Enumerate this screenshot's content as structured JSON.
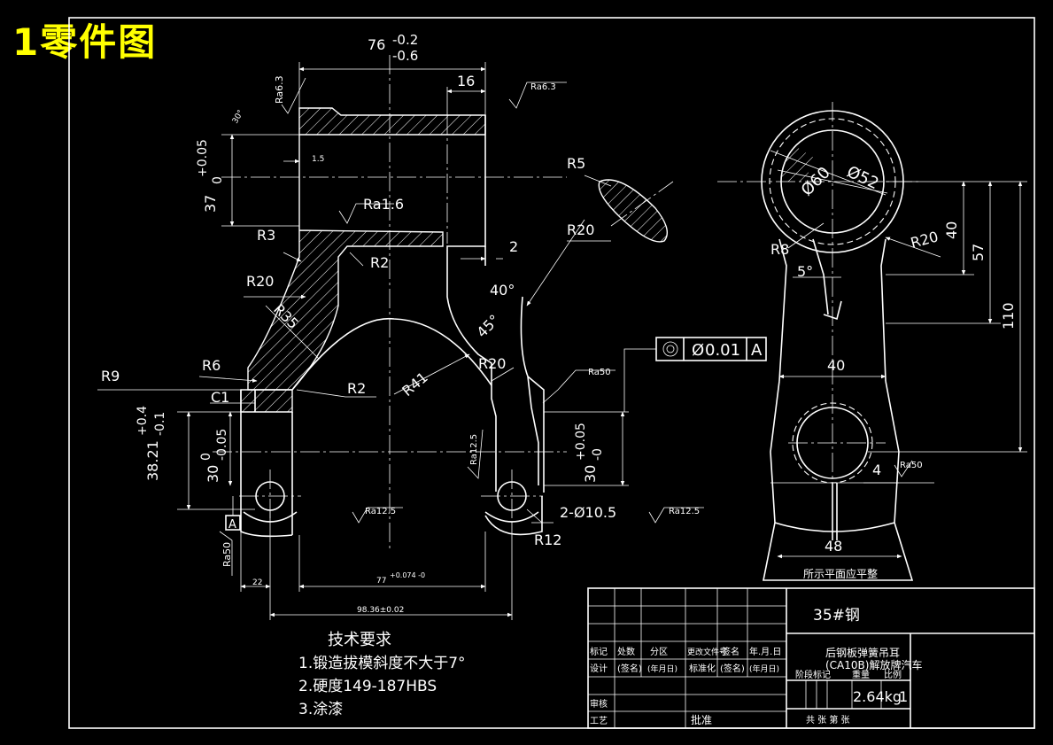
{
  "title": "1零件图",
  "dims": {
    "d76": "76",
    "d76_up": "-0.2",
    "d76_lo": "-0.6",
    "d16": "16",
    "d2": "2",
    "d37": "37",
    "d37_up": "+0.05",
    "d37_lo": "0",
    "d38": "38.21",
    "d38_up": "+0.4",
    "d38_lo": "-0.1",
    "d30l": "30",
    "d30l_up": "0",
    "d30l_lo": "-0.05",
    "d30r": "30",
    "d30r_up": "+0.05",
    "d30r_lo": "-0",
    "d1_5": "1.5",
    "d22": "22",
    "d77": "77",
    "d77_tol": "+0.074 -0",
    "d98": "98.36±0.02",
    "hole": "2-Ø10.5",
    "a30": "30°",
    "a40": "40°",
    "a45": "45°",
    "a5": "5°",
    "d60": "Ø60",
    "d52": "Ø52",
    "d40r": "40",
    "d57": "57",
    "d110": "110",
    "d40b": "40",
    "d48": "48",
    "d4": "4"
  },
  "radii": {
    "r3": "R3",
    "r2a": "R2",
    "r20a": "R20",
    "r35": "R35",
    "r6": "R6",
    "r9": "R9",
    "c1": "C1",
    "r2b": "R2",
    "r41": "R41",
    "r20b": "R20",
    "r12": "R12",
    "r5": "R5",
    "r20c": "R20",
    "r8": "R8",
    "r20d": "R20"
  },
  "roughness": {
    "a": "Ra6.3",
    "b": "Ra6.3",
    "c": "Ra1.6",
    "d": "Ra50",
    "e": "Ra12.5",
    "f": "Ra12.5",
    "g": "Ra50",
    "h": "Ra12.5",
    "i": "Ra50"
  },
  "tolerance_frame": {
    "value": "0.01",
    "datum": "A",
    "symbol": "Ø"
  },
  "datum_label": "A",
  "flat_note": "所示平面应平整",
  "tech": {
    "heading": "技术要求",
    "items": [
      "1.锻造拔模斜度不大于7°",
      "2.硬度149-187HBS",
      "3.涂漆"
    ]
  },
  "title_block": {
    "material": "35#钢",
    "part_name": "后钢板弹簧吊耳",
    "vehicle": "(CA10B)解放牌汽车",
    "weight": "2.64kg",
    "scale": "1",
    "row1": [
      "标记",
      "处数",
      "分区",
      "更改文件号",
      "签名",
      "年.月.日"
    ],
    "row2": [
      "设计",
      "(签名)",
      "(年月日)",
      "标准化",
      "(签名)",
      "(年月日)"
    ],
    "stage": "阶段标记",
    "mass": "重量",
    "ratio": "比例",
    "review": "审核",
    "process": "工艺",
    "approve": "批准",
    "sheets": "共  张  第  张"
  }
}
